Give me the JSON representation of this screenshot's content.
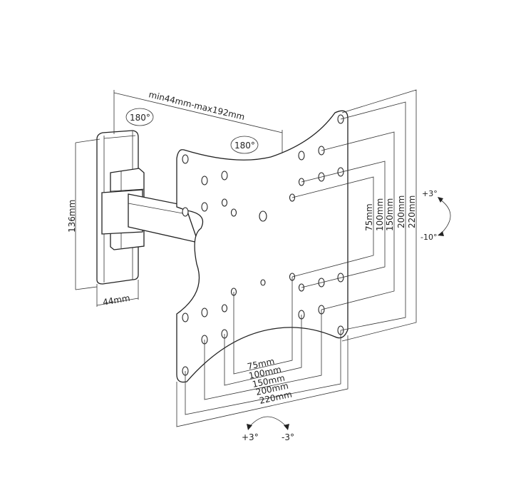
{
  "labels": {
    "arm_extension": "min44mm-max192mm",
    "swivel_wall": "180°",
    "swivel_plate": "180°",
    "height": "136mm",
    "width": "44mm",
    "tilt_up": "+3°",
    "tilt_down": "-10°",
    "roll_left": "+3°",
    "roll_right": "-3°"
  },
  "vesa_vertical": [
    "75mm",
    "100mm",
    "150mm",
    "200mm",
    "220mm"
  ],
  "vesa_horizontal": [
    "75mm",
    "100mm",
    "150mm",
    "200mm",
    "220mm"
  ]
}
